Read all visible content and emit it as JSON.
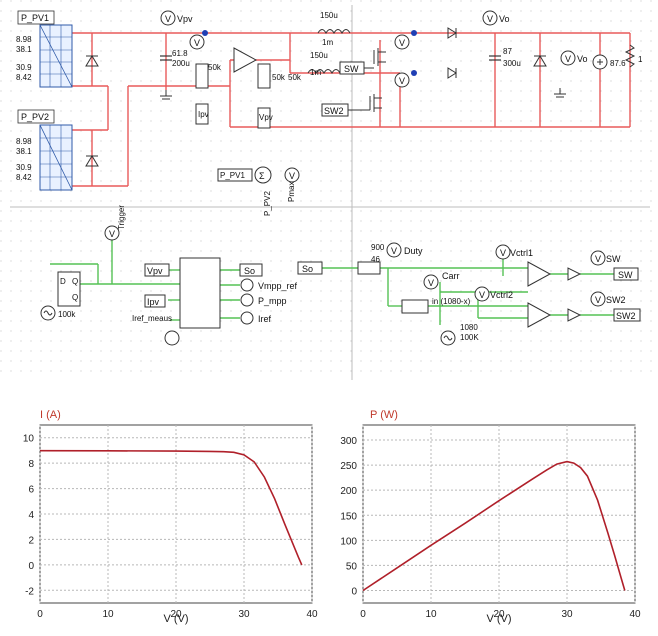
{
  "schematic": {
    "pv_panels": [
      {
        "name": "P_PV1",
        "params": [
          "8.98",
          "38.1",
          "30.9",
          "8.42"
        ]
      },
      {
        "name": "P_PV2",
        "params": [
          "8.98",
          "38.1",
          "30.9",
          "8.42"
        ]
      }
    ],
    "meters": {
      "vpv": "Vpv",
      "vo": "Vo",
      "vo2": "Vo",
      "trigger": "Trigger",
      "pmax": "Pmax",
      "duty": "Duty",
      "vctrl1": "Vctrl1",
      "vctrl2": "Vctrl2",
      "carr": "Carr",
      "sw": "SW",
      "sw2": "SW2"
    },
    "components": {
      "cap_in": [
        "61.8",
        "200u"
      ],
      "r1": "50k",
      "r2": "50k",
      "r3": "50k",
      "l1": [
        "150u",
        "1m"
      ],
      "l2": [
        "150u",
        "1m"
      ],
      "cap_out": [
        "87",
        "300u"
      ],
      "source_out": "87.6",
      "load": "1",
      "clock": "100k",
      "gain": [
        "900",
        "46"
      ],
      "func": "in (1080-x)",
      "carrier": [
        "1080",
        "100K"
      ],
      "current_sensor": "I",
      "v_sensor": "V"
    },
    "labels": {
      "sw_in": "SW",
      "sw2_in": "SW2",
      "vpv_in": "Vpv",
      "ipv_in": "Ipv",
      "ipv_block": "Ipv",
      "vpv_block": "Vpv",
      "iref_meas": "Iref_meaus",
      "so_in": "So",
      "so_out": "So",
      "vmpp_ref": "Vmpp_ref",
      "p_mpp": "P_mpp",
      "iref": "Iref",
      "sw_out": "SW",
      "sw2_out": "SW2",
      "ppv1_sum": "P_PV1",
      "ppv2_sum": "P_PV2",
      "flip_d": "D",
      "flip_q": "Q",
      "flip_qb": "Q"
    }
  },
  "chart_data": [
    {
      "type": "line",
      "title": "I (A)",
      "xlabel": "V (V)",
      "ylabel": "",
      "xlim": [
        0,
        40
      ],
      "ylim": [
        -3,
        11
      ],
      "xticks": [
        "0",
        "10",
        "20",
        "30",
        "40"
      ],
      "yticks": [
        "-2",
        "0",
        "2",
        "4",
        "6",
        "8",
        "10"
      ],
      "grid": true,
      "series": [
        {
          "color": "#b0202a",
          "x": [
            0,
            10,
            20,
            25,
            27,
            28.5,
            30,
            31.5,
            33,
            34.5,
            36,
            37,
            38,
            38.5
          ],
          "y": [
            8.98,
            8.97,
            8.95,
            8.92,
            8.9,
            8.85,
            8.65,
            8.1,
            6.9,
            5.2,
            3.2,
            1.9,
            0.6,
            0
          ]
        }
      ]
    },
    {
      "type": "line",
      "title": "P (W)",
      "xlabel": "V (V)",
      "ylabel": "",
      "xlim": [
        0,
        40
      ],
      "ylim": [
        -25,
        330
      ],
      "xticks": [
        "0",
        "10",
        "20",
        "30",
        "40"
      ],
      "yticks": [
        "0",
        "50",
        "100",
        "150",
        "200",
        "250",
        "300"
      ],
      "grid": true,
      "series": [
        {
          "color": "#b0202a",
          "x": [
            0,
            5,
            10,
            15,
            20,
            25,
            27,
            28.5,
            30,
            31,
            32,
            33,
            34.5,
            36,
            37,
            38,
            38.5
          ],
          "y": [
            0,
            45,
            90,
            134,
            179,
            223,
            240,
            252,
            257,
            254,
            245,
            228,
            180,
            115,
            70,
            23,
            0
          ]
        }
      ]
    }
  ]
}
